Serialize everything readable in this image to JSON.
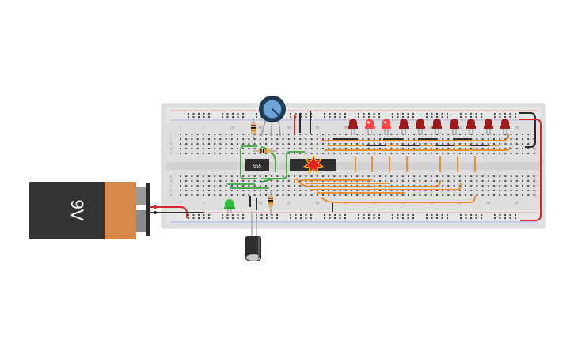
{
  "battery": {
    "label": "9V"
  },
  "chips": {
    "timer_label": "555",
    "counter_label": ""
  },
  "breadboard": {
    "top_numbers": [
      "1",
      "5",
      "10",
      "15",
      "20",
      "25",
      "30",
      "35",
      "40",
      "45",
      "50",
      "55",
      "60"
    ],
    "bottom_numbers": [
      "1",
      "5",
      "10",
      "15",
      "20",
      "25",
      "30",
      "35",
      "40",
      "45",
      "50",
      "55",
      "60"
    ],
    "row_letters_top": [
      "j",
      "i",
      "h",
      "g",
      "f"
    ],
    "row_letters_bottom": [
      "e",
      "d",
      "c",
      "b",
      "a"
    ]
  },
  "leds": {
    "count": 10,
    "lit": [
      false,
      true,
      true,
      false,
      false,
      false,
      false,
      false,
      false,
      false
    ]
  },
  "colors": {
    "breadboard": "#dedede",
    "wire_red": "#d22a2a",
    "wire_black": "#2b2b2b",
    "wire_orange": "#e5891c",
    "wire_green": "#3aa53a",
    "led_red": "#9e1a1a",
    "led_lit": "#ff4545",
    "battery_body": "#333333",
    "battery_label": "#d8894a"
  }
}
